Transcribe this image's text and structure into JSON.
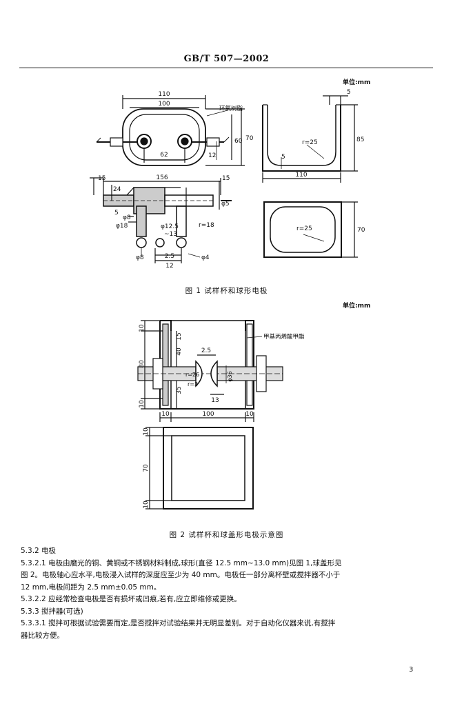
{
  "header": {
    "standard_code": "GB/T 507—2002"
  },
  "figure1": {
    "unit_label": "单位:mm",
    "caption": "图 1   试样杯和球形电极",
    "labels": {
      "resin": "环氧树脂",
      "d110": "110",
      "d100": "100",
      "d62": "62",
      "d70": "70",
      "d60": "60",
      "d12": "12",
      "d5_top": "5",
      "d85": "85",
      "r25_top": "r=25",
      "d5_inner": "5",
      "d110_side": "110",
      "d156": "156",
      "d15_left": "15",
      "d15_right": "15",
      "d24": "24",
      "d5_mid": "5",
      "phi8": "φ8",
      "phi18": "φ18",
      "phi12_5": "φ12.5",
      "d13": "~13",
      "r18": "r=18",
      "phi5": "φ5",
      "phi8_b": "φ8",
      "d2_5": "2.5",
      "d12_b": "12",
      "phi4": "φ4",
      "r25_bottom": "r=25",
      "d70_bottom": "70"
    }
  },
  "figure2": {
    "unit_label": "单位:mm",
    "caption": "图 2   试样杯和球盖形电极示意图",
    "labels": {
      "pmma": "甲基丙烯酸甲酯",
      "d10_top": "10",
      "d15": "15",
      "d40": "40",
      "d80": "80",
      "d35": "35",
      "d10_bot": "10",
      "d2_5": "2.5",
      "r26": "r=26",
      "r3": "r=3",
      "phi36": "φ36",
      "d13": "13",
      "d10_a": "10",
      "d100": "100",
      "d10_b": "10",
      "d10_c": "10",
      "d70": "70",
      "d10_d": "10"
    }
  },
  "section": {
    "lines": [
      "5.3.2   电极",
      "5.3.2.1   电极由磨光的铜、黄铜或不锈钢材料制成,球形(直径 12.5 mm~13.0 mm)见图 1,球盖形见",
      "图 2。电极轴心应水平,电极浸入试样的深度应至少为 40 mm。电极任一部分离杯壁或搅拌器不小于",
      "12 mm,电极间距为 2.5 mm±0.05 mm。",
      "5.3.2.2   应经常检查电极是否有损坏或凹痕,若有,应立即维修或更换。",
      "5.3.3   搅拌器(可选)",
      "5.3.3.1   搅拌可根据试验需要而定,是否搅拌对试验结果并无明显差别。对于自动化仪器来说,有搅拌",
      "器比较方便。"
    ]
  },
  "page_number": "3"
}
